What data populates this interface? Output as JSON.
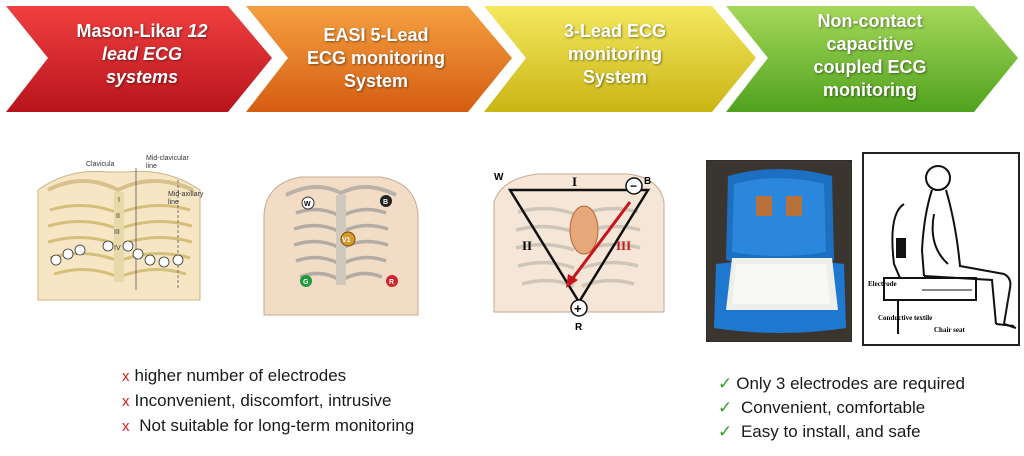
{
  "steps": [
    {
      "line1": "Mason-Likar",
      "line1_italic": "12",
      "line2": "lead ECG",
      "line3": "systems",
      "color": "#d21f26"
    },
    {
      "line1": "EASI 5-Lead",
      "line2": "ECG monitoring",
      "line3": "System",
      "color": "#e8751a"
    },
    {
      "line1": "3-Lead ECG",
      "line2": "monitoring",
      "line3": "System",
      "color": "#e5d21a"
    },
    {
      "line1": "Non-contact",
      "line2": "capacitive",
      "line3": "coupled ECG",
      "line4": "monitoring",
      "color": "#6fbf2a"
    }
  ],
  "figure1": {
    "clavicula": "Clavicula",
    "midclav1": "Mid-clavicular",
    "midclav2": "line",
    "midax1": "Mid-axillary",
    "midax2": "line",
    "rib1": "I",
    "rib2": "II",
    "rib3": "III",
    "rib4": "IV"
  },
  "figure2": {
    "w": "W",
    "b": "B",
    "v1": "V1",
    "g": "G",
    "r": "R"
  },
  "figure3": {
    "w": "W",
    "b": "B",
    "r": "R",
    "lead1": "I",
    "lead2": "II",
    "lead3": "III",
    "minus": "−",
    "plus": "+"
  },
  "figure5": {
    "electrode": "Electrode",
    "textile": "Conductive textile",
    "seat": "Chair seat"
  },
  "drawbacks": [
    "higher number of electrodes",
    "Inconvenient, discomfort, intrusive",
    " Not suitable for long-term monitoring"
  ],
  "advantages": [
    "Only 3 electrodes are required",
    " Convenient, comfortable",
    " Easy to install, and safe"
  ],
  "marks": {
    "x": "x",
    "check": "✓"
  }
}
